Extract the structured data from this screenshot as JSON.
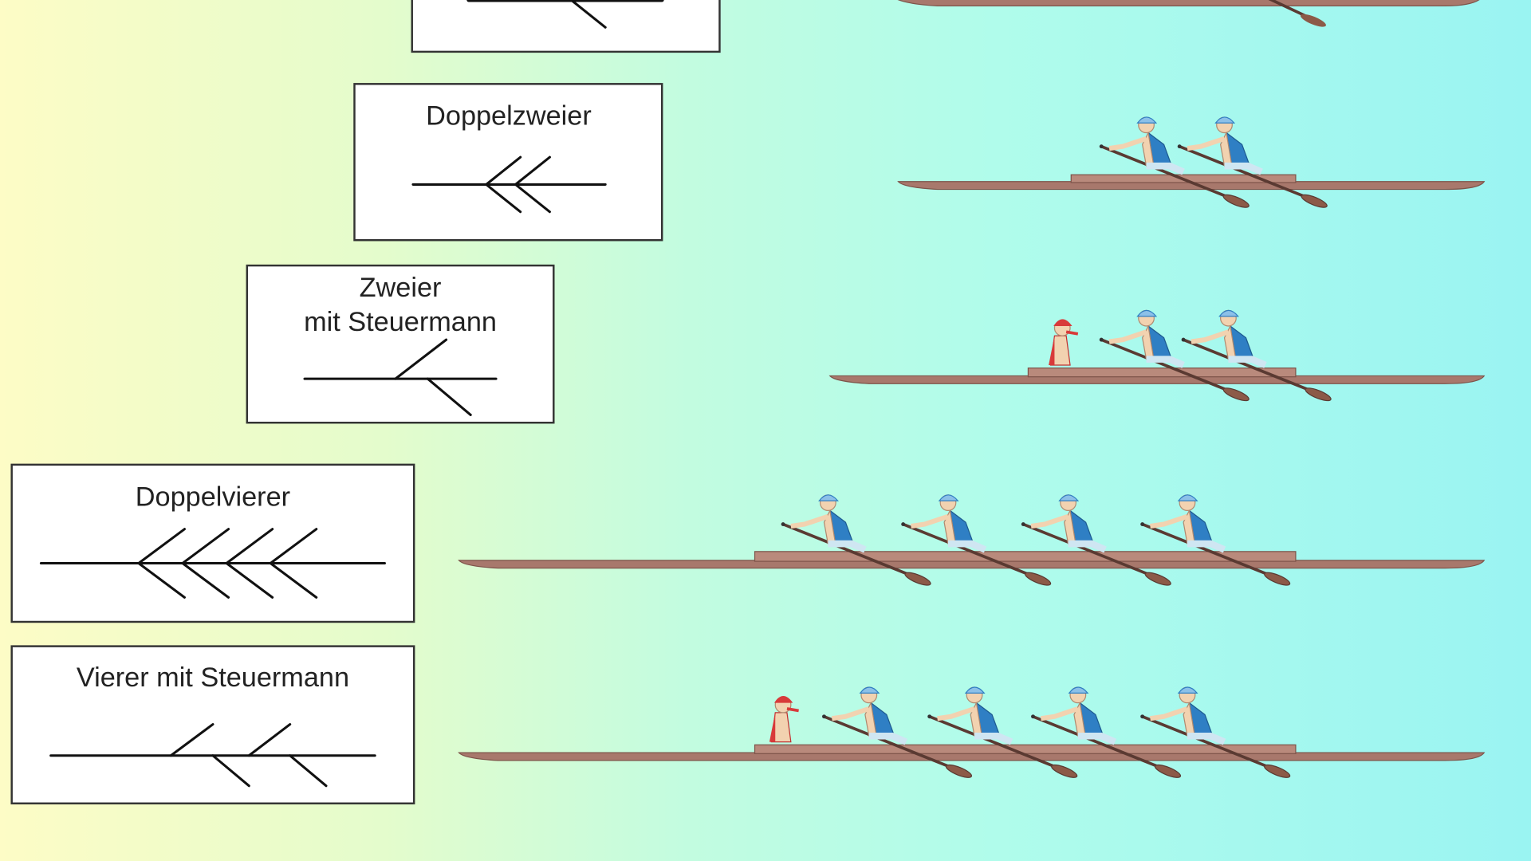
{
  "boat_classes": [
    {
      "label": ""
    },
    {
      "label": "Doppelzweier"
    },
    {
      "label_line1": "Zweier",
      "label_line2": "mit Steuermann"
    },
    {
      "label": "Doppelvierer"
    },
    {
      "label": "Vierer mit Steuermann"
    }
  ],
  "colors": {
    "hull": "#a8786c",
    "rower_vest": "#2f7fc4",
    "cox": "#d83a3a",
    "skin": "#f2d2b0"
  }
}
